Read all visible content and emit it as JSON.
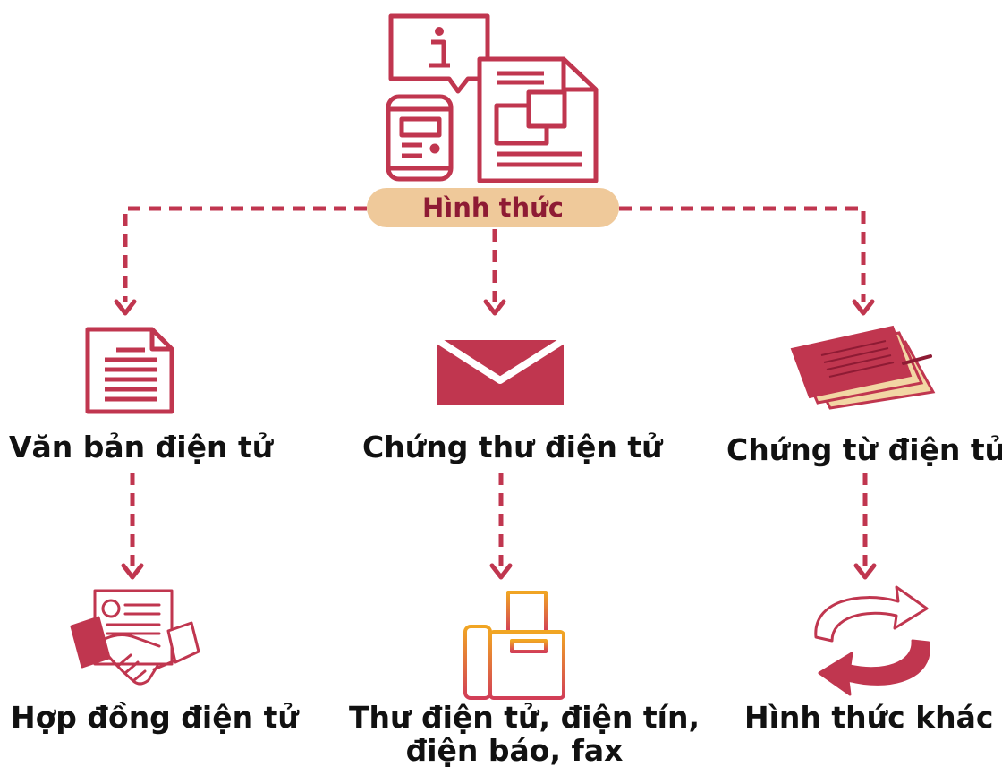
{
  "colors": {
    "accent": "#c0364f",
    "dark_accent": "#8e1b34",
    "pill": "#efc99a",
    "paper": "#f2d6a4",
    "text": "#111111"
  },
  "root": {
    "label": "Hình thức",
    "icon": "info-document-mobile-icon"
  },
  "branches": [
    {
      "label": "Văn bản điện tử",
      "icon": "text-document-icon",
      "child": {
        "label": "Hợp đồng điện tử",
        "icon": "handshake-contract-icon"
      }
    },
    {
      "label": "Chứng thư điện tử",
      "icon": "envelope-icon",
      "child": {
        "label_lines": [
          "Thư điện tử, điện tín,",
          "điện báo, fax"
        ],
        "icon": "fax-machine-icon"
      }
    },
    {
      "label": "Chứng từ điện tử",
      "icon": "paper-stack-icon",
      "child": {
        "label": "Hình thức khác",
        "icon": "cycle-arrows-icon"
      }
    }
  ]
}
